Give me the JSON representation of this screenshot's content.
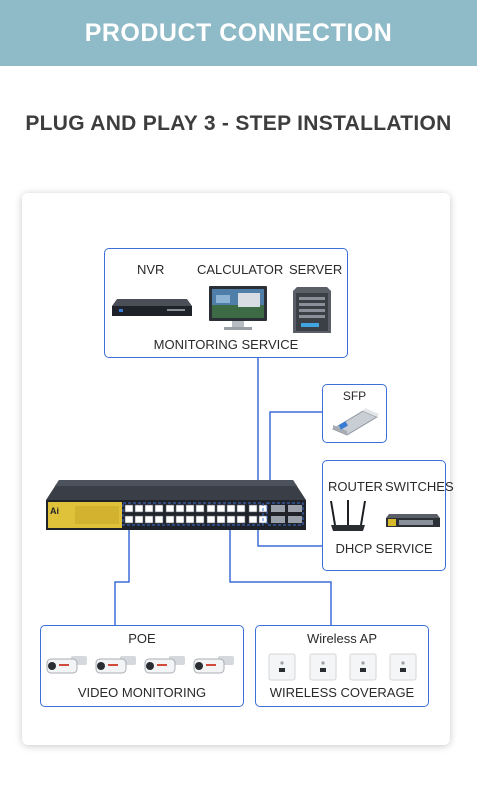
{
  "header": {
    "title": "PRODUCT CONNECTION"
  },
  "subtitle": "PLUG AND PLAY 3 - STEP INSTALLATION",
  "monitoring": {
    "items": [
      "NVR",
      "CALCULATOR",
      "SERVER"
    ],
    "caption": "MONITORING SERVICE"
  },
  "sfp": {
    "label": "SFP"
  },
  "dhcp": {
    "items": [
      "ROUTER",
      "SWITCHES"
    ],
    "caption": "DHCP SERVICE"
  },
  "switch": {
    "badge": "Ai"
  },
  "poe": {
    "title": "POE",
    "caption": "VIDEO MONITORING"
  },
  "wireless": {
    "title": "Wireless AP",
    "caption": "WIRELESS COVERAGE"
  },
  "colors": {
    "header_bg": "#8fbac7",
    "box_border": "#3d6fd8",
    "wire": "#3d6fd8"
  }
}
